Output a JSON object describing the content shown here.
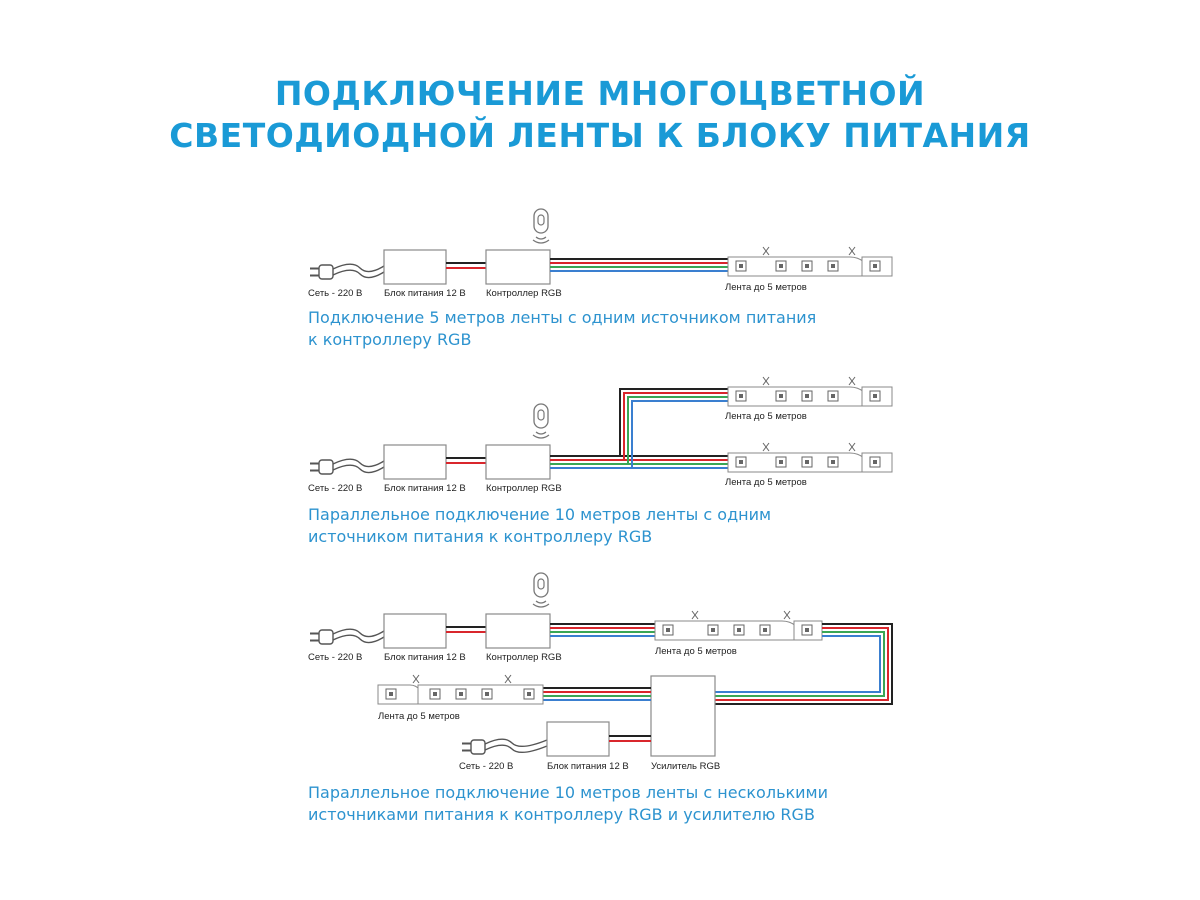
{
  "title": {
    "line1": "ПОДКЛЮЧЕНИЕ МНОГОЦВЕТНОЙ",
    "line2": "СВЕТОДИОДНОЙ ЛЕНТЫ К БЛОКУ ПИТАНИЯ"
  },
  "labels": {
    "mains": "Сеть - 220 В",
    "psu": "Блок питания 12 В",
    "controller": "Контроллер RGB",
    "strip": "Лента до 5 метров",
    "amplifier": "Усилитель RGB"
  },
  "diagrams": [
    {
      "caption1": "Подключение 5 метров ленты с одним источником питания",
      "caption2": "к контроллеру RGB"
    },
    {
      "caption1": "Параллельное подключение 10 метров ленты с одним",
      "caption2": "источником питания к контроллеру RGB"
    },
    {
      "caption1": "Параллельное подключение 10 метров ленты с несколькими",
      "caption2": "источниками питания к контроллеру RGB и усилителю RGB"
    }
  ],
  "colors": {
    "accent": "#1a9ad6",
    "wire_black": "#222222",
    "wire_red": "#d9262c",
    "wire_green": "#3aa655",
    "wire_blue": "#3a7fd0",
    "outline": "#8a8a8a"
  }
}
